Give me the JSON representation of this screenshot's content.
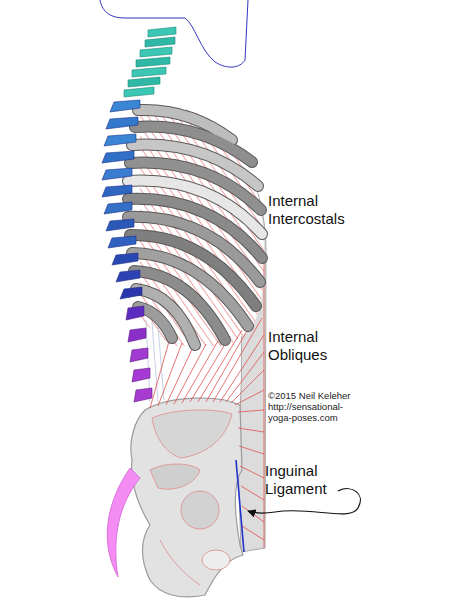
{
  "diagram": {
    "labels": [
      "Internal Intercostals",
      "Internal Obliques",
      "©2015 Neil Keleher",
      "http://sensational-yoga-poses.com",
      "Inguinal Ligament"
    ]
  }
}
